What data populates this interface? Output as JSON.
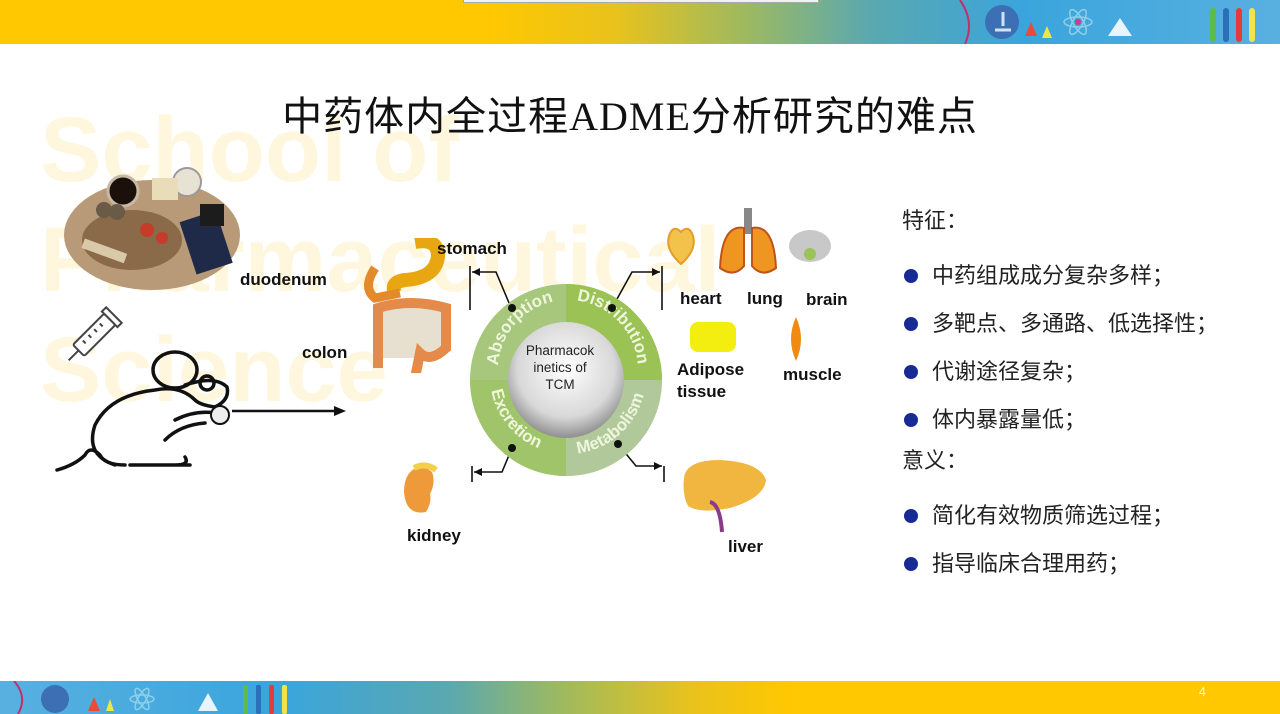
{
  "slide": {
    "title": "中药体内全过程ADME分析研究的难点",
    "page_number": "4",
    "watermark": "School of\nPharmaceutical\nScience"
  },
  "diagram": {
    "center_label": [
      "Pharmacok",
      "inetics of",
      "TCM"
    ],
    "ring_segments": [
      "Absorption",
      "Distribution",
      "Metabolism",
      "Excretion"
    ],
    "organ_labels": {
      "duodenum": "duodenum",
      "stomach": "stomach",
      "colon": "colon",
      "heart": "heart",
      "lung": "lung",
      "brain": "brain",
      "adipose_1": "Adipose",
      "adipose_2": "tissue",
      "muscle": "muscle",
      "kidney": "kidney",
      "liver": "liver"
    },
    "colors": {
      "ring_light": "#9cc26a",
      "ring_dark": "#a8c888",
      "bullet": "#1a2a94",
      "top_bar_yellow": "#ffc800",
      "top_bar_blue": "#3aa5dc"
    }
  },
  "features": {
    "heading": "特征：",
    "items": [
      "中药组成成分复杂多样；",
      "多靶点、多通路、低选择性；",
      "代谢途径复杂；",
      "体内暴露量低；"
    ]
  },
  "significance": {
    "heading": "意义：",
    "items": [
      "简化有效物质筛选过程；",
      "指导临床合理用药；"
    ]
  }
}
